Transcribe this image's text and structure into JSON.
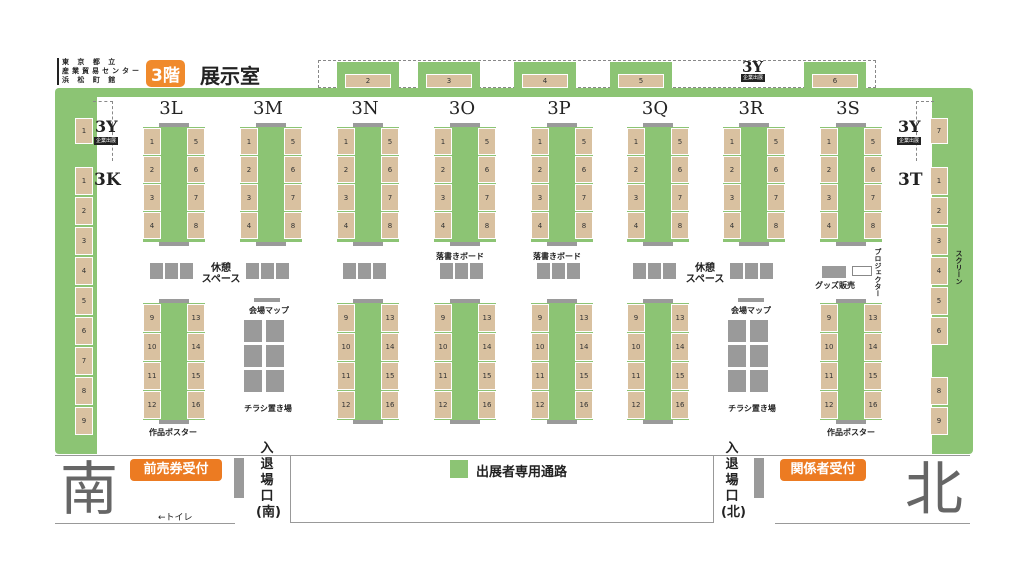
{
  "venue": {
    "line1": "東 京 都 立",
    "line2": "産業貿易センター",
    "line3": "浜 松 町 館"
  },
  "floor_badge": "3階",
  "room_title": "展示室",
  "top_booths": [
    "2",
    "3",
    "4",
    "5",
    "6"
  ],
  "top_3y_label": "3Y",
  "top_3y_badge": "企業出展",
  "sections": [
    {
      "name": "3L",
      "top_left": [
        "1",
        "2",
        "3",
        "4"
      ],
      "top_right": [
        "5",
        "6",
        "7",
        "8"
      ],
      "bottom_left": [
        "9",
        "10",
        "11",
        "12"
      ],
      "bottom_right": [
        "13",
        "14",
        "15",
        "16"
      ]
    },
    {
      "name": "3M",
      "top_left": [
        "1",
        "2",
        "3",
        "4"
      ],
      "top_right": [
        "5",
        "6",
        "7",
        "8"
      ]
    },
    {
      "name": "3N",
      "top_left": [
        "1",
        "2",
        "3",
        "4"
      ],
      "top_right": [
        "5",
        "6",
        "7",
        "8"
      ],
      "bottom_left": [
        "9",
        "10",
        "11",
        "12"
      ],
      "bottom_right": [
        "13",
        "14",
        "15",
        "16"
      ]
    },
    {
      "name": "3O",
      "top_left": [
        "1",
        "2",
        "3",
        "4"
      ],
      "top_right": [
        "5",
        "6",
        "7",
        "8"
      ],
      "bottom_left": [
        "9",
        "10",
        "11",
        "12"
      ],
      "bottom_right": [
        "13",
        "14",
        "15",
        "16"
      ]
    },
    {
      "name": "3P",
      "top_left": [
        "1",
        "2",
        "3",
        "4"
      ],
      "top_right": [
        "5",
        "6",
        "7",
        "8"
      ],
      "bottom_left": [
        "9",
        "10",
        "11",
        "12"
      ],
      "bottom_right": [
        "13",
        "14",
        "15",
        "16"
      ]
    },
    {
      "name": "3Q",
      "top_left": [
        "1",
        "2",
        "3",
        "4"
      ],
      "top_right": [
        "5",
        "6",
        "7",
        "8"
      ],
      "bottom_left": [
        "9",
        "10",
        "11",
        "12"
      ],
      "bottom_right": [
        "13",
        "14",
        "15",
        "16"
      ]
    },
    {
      "name": "3R",
      "top_left": [
        "1",
        "2",
        "3",
        "4"
      ],
      "top_right": [
        "5",
        "6",
        "7",
        "8"
      ]
    },
    {
      "name": "3S",
      "top_left": [
        "1",
        "2",
        "3",
        "4"
      ],
      "top_right": [
        "5",
        "6",
        "7",
        "8"
      ],
      "bottom_left": [
        "9",
        "10",
        "11",
        "12"
      ],
      "bottom_right": [
        "13",
        "14",
        "15",
        "16"
      ]
    }
  ],
  "left_3y": {
    "label": "3Y",
    "badge": "企業出展",
    "booth": "1"
  },
  "right_3y": {
    "label": "3Y",
    "badge": "企業出展",
    "booth": "7"
  },
  "label_3k": "3K",
  "label_3t": "3T",
  "left_wall_booths": [
    "1",
    "2",
    "3",
    "4",
    "5",
    "6",
    "7",
    "8",
    "9"
  ],
  "right_wall_booths": [
    "1",
    "2",
    "3",
    "4",
    "5",
    "6",
    "8",
    "9"
  ],
  "labels": {
    "rest_left": "休憩\nスペース",
    "rest_right": "休憩\nスペース",
    "map_left": "会場マップ",
    "map_right": "会場マップ",
    "flyer_left": "チラシ置き場",
    "flyer_right": "チラシ置き場",
    "poster_left": "作品ポスター",
    "poster_right": "作品ポスター",
    "board_o": "落書きボード",
    "board_p": "落書きボード",
    "goods": "グッズ販売",
    "projector": "プロジェクター",
    "screen": "スクリーン",
    "exhibitor_path": "出展者専用通路",
    "toilet": "←トイレ"
  },
  "south": {
    "char": "南",
    "reception": "前売券受付",
    "entrance": "入\n退\n場\n口\n(南)"
  },
  "north": {
    "char": "北",
    "reception": "関係者受付",
    "entrance": "入\n退\n場\n口\n(北)"
  },
  "colors": {
    "green": "#8cc474",
    "tan": "#d9c1a0",
    "orange": "#ec7b22",
    "gray": "#9a9a9a"
  }
}
